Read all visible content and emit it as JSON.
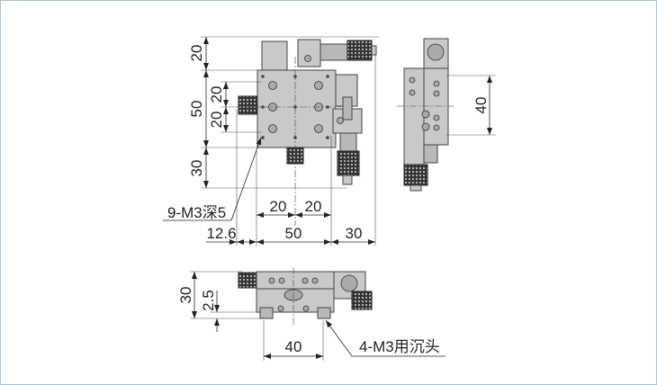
{
  "drawing": {
    "top_view": {
      "left_dims": [
        "20",
        "50",
        "30"
      ],
      "inner_dims": [
        "20",
        "20"
      ],
      "hole_pitch_dims": [
        "20",
        "20"
      ],
      "bottom_dims": [
        "12.6",
        "50",
        "30"
      ],
      "callout": "9-M3深5"
    },
    "side_view": {
      "height_dim": "40"
    },
    "front_view": {
      "height_dim": "30",
      "base_dim": "2.5",
      "width_dim": "40",
      "callout": "4-M3用沉头"
    }
  }
}
